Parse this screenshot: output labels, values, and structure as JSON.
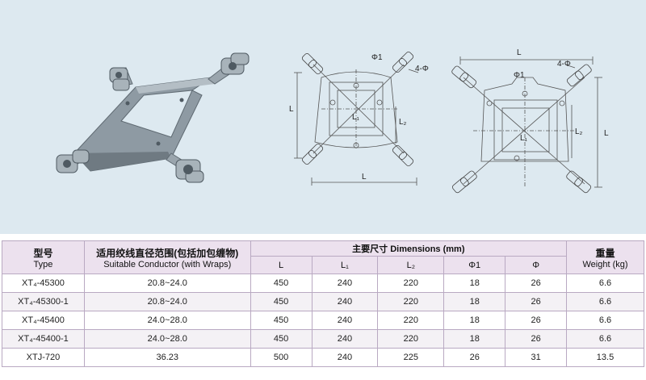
{
  "drawing_labels": {
    "L": "L",
    "L1": "L₁",
    "L2": "L₂",
    "phi1": "Φ1",
    "four_phi": "4-Φ"
  },
  "table": {
    "header_type_cn": "型号",
    "header_type_en": "Type",
    "header_conductor_cn": "适用绞线直径范围(包括加包缠物)",
    "header_conductor_en": "Suitable Conductor (with Wraps)",
    "header_dims": "主要尺寸 Dimensions (mm)",
    "header_weight_cn": "重量",
    "header_weight_en": "Weight (kg)",
    "dim_cols": [
      "L",
      "L₁",
      "L₂",
      "Φ1",
      "Φ"
    ],
    "rows": [
      {
        "type": "XT₄-45300",
        "conductor": "20.8~24.0",
        "L": "450",
        "L1": "240",
        "L2": "220",
        "phi1": "18",
        "phi": "26",
        "weight": "6.6"
      },
      {
        "type": "XT₄-45300-1",
        "conductor": "20.8~24.0",
        "L": "450",
        "L1": "240",
        "L2": "220",
        "phi1": "18",
        "phi": "26",
        "weight": "6.6"
      },
      {
        "type": "XT₄-45400",
        "conductor": "24.0~28.0",
        "L": "450",
        "L1": "240",
        "L2": "220",
        "phi1": "18",
        "phi": "26",
        "weight": "6.6"
      },
      {
        "type": "XT₄-45400-1",
        "conductor": "24.0~28.0",
        "L": "450",
        "L1": "240",
        "L2": "220",
        "phi1": "18",
        "phi": "26",
        "weight": "6.6"
      },
      {
        "type": "XTJ-720",
        "conductor": "36.23",
        "L": "500",
        "L1": "240",
        "L2": "225",
        "phi1": "26",
        "phi": "31",
        "weight": "13.5"
      }
    ]
  }
}
